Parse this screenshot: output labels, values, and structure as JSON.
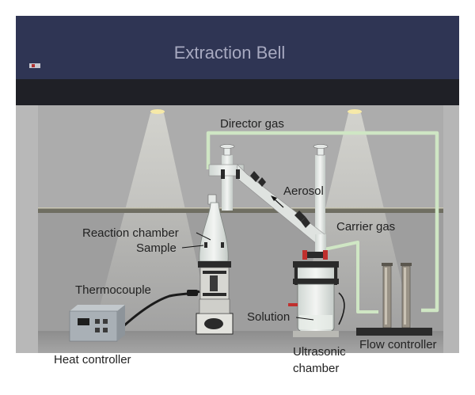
{
  "hood": {
    "title": "Extraction Bell"
  },
  "labels": {
    "director_gas": "Director gas",
    "aerosol": "Aerosol",
    "carrier_gas": "Carrier gas",
    "reaction_chamber": "Reaction chamber",
    "sample": "Sample",
    "thermocouple": "Thermocouple",
    "solution": "Solution",
    "flow_controller": "Flow controller",
    "heat_controller": "Heat controller",
    "ultrasonic_line1": "Ultrasonic",
    "ultrasonic_line2": "chamber"
  },
  "colors": {
    "hood_top": "#2f3554",
    "hood_title": "#a7a9c0",
    "hood_band": "#1f2026",
    "back_wall": "#ababab",
    "gas_line": "#cfe6c4",
    "glass": "#dfe3e0",
    "clamp": "#2a2a2a",
    "seal_red": "#c0302e",
    "label_text": "#222222"
  }
}
